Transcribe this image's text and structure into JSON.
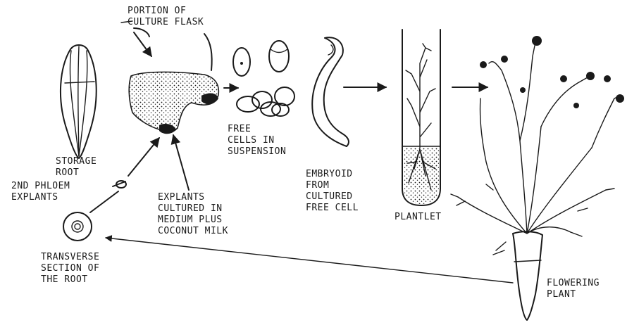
{
  "labels": {
    "portion_of_culture_flask": "PORTION OF\nCULTURE FLASK",
    "free_cells": "FREE\nCELLS IN\nSUSPENSION",
    "storage_root": "STORAGE\nROOT",
    "phloem_explants": "2nd PHLOEM\nEXPLANTS",
    "explants_cultured": "EXPLANTS\nCULTURED IN\nMEDIUM PLUS\nCOCONUT MILK",
    "embryoid": "EMBRYOID\nFROM\nCULTURED\nFREE CELL",
    "plantlet": "PLANTLET",
    "transverse_section": "TRANSVERSE\nSECTION OF\nTHE ROOT",
    "flowering_plant": "FLOWERING\nPLANT"
  }
}
